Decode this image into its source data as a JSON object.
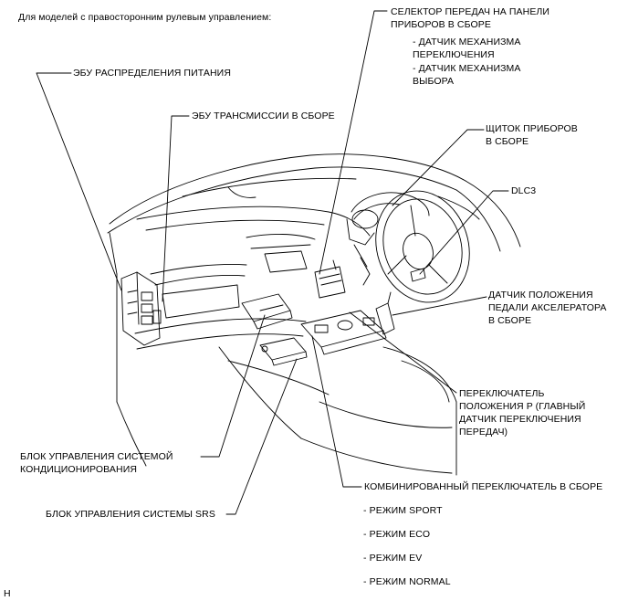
{
  "header": {
    "note": "Для моделей с правосторонним рулевым управлением:"
  },
  "labels": {
    "power_dist_ecu": "ЭБУ РАСПРЕДЕЛЕНИЯ ПИТАНИЯ",
    "transmission_ecu": "ЭБУ ТРАНСМИССИИ В СБОРЕ",
    "shift_selector": "СЕЛЕКТОР ПЕРЕДАЧ НА ПАНЕЛИ\nПРИБОРОВ В СБОРЕ",
    "shift_selector_sub1": "- ДАТЧИК МЕХАНИЗМА\nПЕРЕКЛЮЧЕНИЯ",
    "shift_selector_sub2": "- ДАТЧИК МЕХАНИЗМА\nВЫБОРА",
    "combination_meter": "ЩИТОК ПРИБОРОВ\nВ СБОРЕ",
    "dlc3": "DLC3",
    "accel_pedal_sensor": "ДАТЧИК ПОЛОЖЕНИЯ\nПЕДАЛИ АКСЕЛЕРАТОРА\nВ СБОРЕ",
    "p_position_switch": "ПЕРЕКЛЮЧАТЕЛЬ\nПОЛОЖЕНИЯ P (ГЛАВНЫЙ\nДАТЧИК ПЕРЕКЛЮЧЕНИЯ\nПЕРЕДАЧ)",
    "ac_amplifier": "БЛОК УПРАВЛЕНИЯ СИСТЕМОЙ\nКОНДИЦИОНИРОВАНИЯ",
    "srs_unit": "БЛОК УПРАВЛЕНИЯ СИСТЕМЫ SRS",
    "combination_switch": "КОМБИНИРОВАННЫЙ ПЕРЕКЛЮЧАТЕЛЬ В СБОРЕ",
    "mode_sport": "- РЕЖИМ SPORT",
    "mode_eco": "- РЕЖИМ ECO",
    "mode_ev": "- РЕЖИМ EV",
    "mode_normal": "- РЕЖИМ NORMAL"
  },
  "footer": {
    "code": "H"
  }
}
